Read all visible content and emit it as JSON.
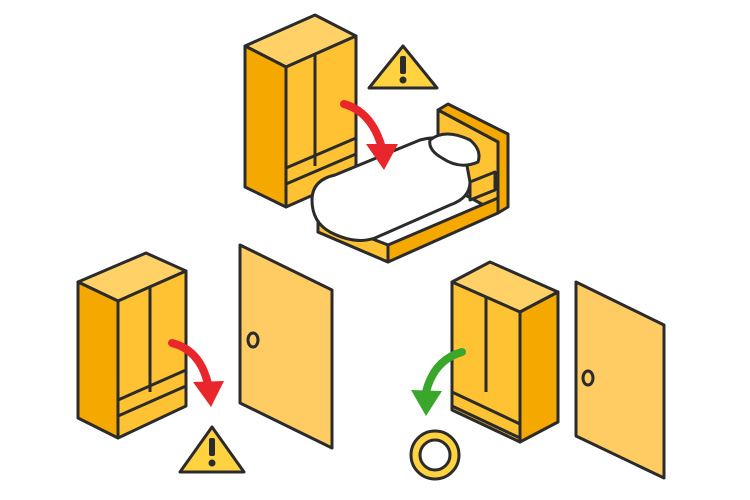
{
  "colors": {
    "outline": "#2b2b2b",
    "wood_light": "#FFD166",
    "wood_mid": "#FFC233",
    "wood_dark": "#F5A800",
    "door": "#FFCB63",
    "bedding": "#FFFFFF",
    "warning_fill": "#FFD23F",
    "danger_arrow": "#E8262B",
    "safe_arrow": "#3BA62C",
    "ok_circle": "#FFD23F"
  },
  "scenes": [
    {
      "id": "wardrobe-falls-on-bed",
      "objects": [
        "wardrobe-icon",
        "bed-icon"
      ],
      "arrow": "red-curved-arrow-icon",
      "status": "warning-icon"
    },
    {
      "id": "wardrobe-falls-toward-door",
      "objects": [
        "wardrobe-icon",
        "door-icon"
      ],
      "arrow": "red-curved-arrow-icon",
      "status": "warning-icon"
    },
    {
      "id": "wardrobe-falls-away-from-door",
      "objects": [
        "wardrobe-icon",
        "door-icon"
      ],
      "arrow": "green-curved-arrow-icon",
      "status": "ok-circle-icon"
    }
  ]
}
